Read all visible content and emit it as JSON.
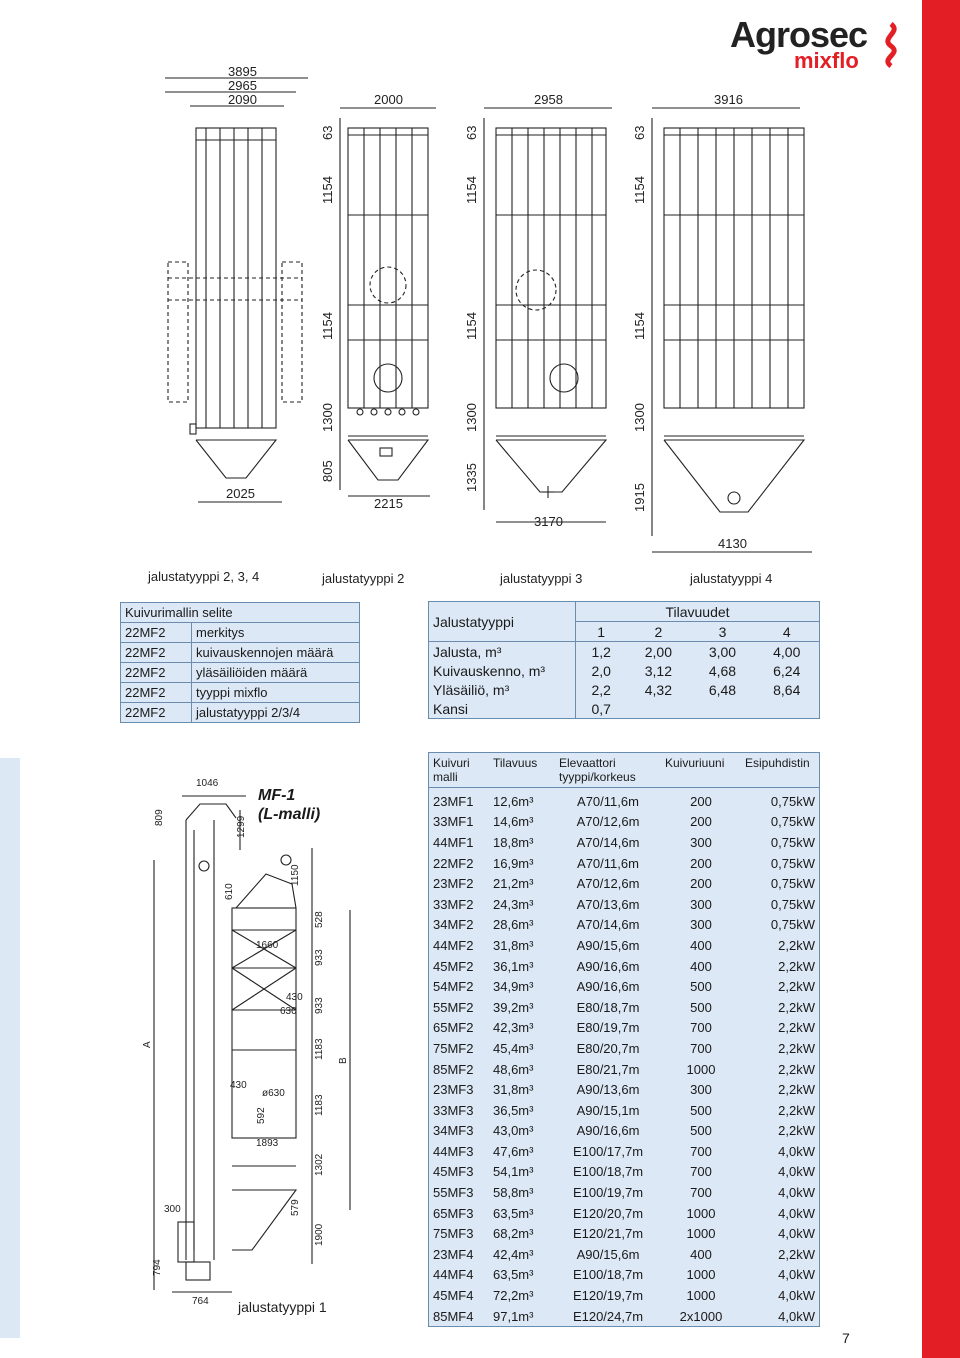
{
  "brand": {
    "name": "Agrosec",
    "sub": "mixflo",
    "accent": "#e31e24",
    "table_bg": "#dce8f5",
    "table_border": "#6a8cae"
  },
  "drawings": {
    "top_captions": [
      "jalustatyyppi 2, 3, 4",
      "jalustatyyppi 2",
      "jalustatyyppi 3",
      "jalustatyyppi 4"
    ],
    "bottom_caption": "jalustatyyppi 1",
    "mf1_title": "MF-1",
    "mf1_subtitle": "(L-malli)",
    "dims_side": [
      "3895",
      "2965",
      "2090",
      "2025"
    ],
    "dims_t2": [
      "2000",
      "63",
      "1154",
      "1154",
      "1300",
      "805",
      "2215"
    ],
    "dims_t3": [
      "2958",
      "63",
      "1154",
      "1154",
      "1300",
      "1335",
      "3170"
    ],
    "dims_t4": [
      "3916",
      "63",
      "1154",
      "1154",
      "1300",
      "1915",
      "4130"
    ],
    "dims_mf1": [
      "1046",
      "809",
      "1299",
      "610",
      "1150",
      "528",
      "1660",
      "933",
      "430",
      "630",
      "933",
      "1183",
      "430",
      "ø630",
      "592",
      "1183",
      "1893",
      "1302",
      "579",
      "1900",
      "300",
      "794",
      "764",
      "A",
      "B"
    ]
  },
  "legend": {
    "rows": [
      {
        "key": "Kuivurimallin selite",
        "value": ""
      },
      {
        "key": "22MF2",
        "value": "merkitys"
      },
      {
        "key": "22MF2",
        "value": "kuivauskennojen määrä"
      },
      {
        "key": "22MF2",
        "value": "yläsäiliöiden määrä"
      },
      {
        "key": "22MF2",
        "value": "tyyppi mixflo"
      },
      {
        "key": "22MF2",
        "value": "jalustatyyppi 2/3/4"
      }
    ]
  },
  "capacity": {
    "header_left": "Jalustatyyppi",
    "header_right": "Tilavuudet",
    "types": [
      "1",
      "2",
      "3",
      "4"
    ],
    "rows": [
      {
        "label": "Jalusta, m³",
        "values": [
          "1,2",
          "2,00",
          "3,00",
          "4,00"
        ]
      },
      {
        "label": "Kuivauskenno, m³",
        "values": [
          "2,0",
          "3,12",
          "4,68",
          "6,24"
        ]
      },
      {
        "label": "Yläsäiliö, m³",
        "values": [
          "2,2",
          "4,32",
          "6,48",
          "8,64"
        ]
      },
      {
        "label": "Kansi",
        "values": [
          "0,7",
          "",
          "",
          ""
        ]
      }
    ]
  },
  "models": {
    "headers": [
      "Kuivuri malli",
      "Tilavuus",
      "Elevaattori tyyppi/korkeus",
      "Kuivuriuuni",
      "Esipuhdistin"
    ],
    "rows": [
      [
        "23MF1",
        "12,6m³",
        "A70/11,6m",
        "200",
        "0,75kW"
      ],
      [
        "33MF1",
        "14,6m³",
        "A70/12,6m",
        "200",
        "0,75kW"
      ],
      [
        "44MF1",
        "18,8m³",
        "A70/14,6m",
        "300",
        "0,75kW"
      ],
      [
        "22MF2",
        "16,9m³",
        "A70/11,6m",
        "200",
        "0,75kW"
      ],
      [
        "23MF2",
        "21,2m³",
        "A70/12,6m",
        "200",
        "0,75kW"
      ],
      [
        "33MF2",
        "24,3m³",
        "A70/13,6m",
        "300",
        "0,75kW"
      ],
      [
        "34MF2",
        "28,6m³",
        "A70/14,6m",
        "300",
        "0,75kW"
      ],
      [
        "44MF2",
        "31,8m³",
        "A90/15,6m",
        "400",
        "2,2kW"
      ],
      [
        "45MF2",
        "36,1m³",
        "A90/16,6m",
        "400",
        "2,2kW"
      ],
      [
        "54MF2",
        "34,9m³",
        "A90/16,6m",
        "500",
        "2,2kW"
      ],
      [
        "55MF2",
        "39,2m³",
        "E80/18,7m",
        "500",
        "2,2kW"
      ],
      [
        "65MF2",
        "42,3m³",
        "E80/19,7m",
        "700",
        "2,2kW"
      ],
      [
        "75MF2",
        "45,4m³",
        "E80/20,7m",
        "700",
        "2,2kW"
      ],
      [
        "85MF2",
        "48,6m³",
        "E80/21,7m",
        "1000",
        "2,2kW"
      ],
      [
        "23MF3",
        "31,8m³",
        "A90/13,6m",
        "300",
        "2,2kW"
      ],
      [
        "33MF3",
        "36,5m³",
        "A90/15,1m",
        "500",
        "2,2kW"
      ],
      [
        "34MF3",
        "43,0m³",
        "A90/16,6m",
        "500",
        "2,2kW"
      ],
      [
        "44MF3",
        "47,6m³",
        "E100/17,7m",
        "700",
        "4,0kW"
      ],
      [
        "45MF3",
        "54,1m³",
        "E100/18,7m",
        "700",
        "4,0kW"
      ],
      [
        "55MF3",
        "58,8m³",
        "E100/19,7m",
        "700",
        "4,0kW"
      ],
      [
        "65MF3",
        "63,5m³",
        "E120/20,7m",
        "1000",
        "4,0kW"
      ],
      [
        "75MF3",
        "68,2m³",
        "E120/21,7m",
        "1000",
        "4,0kW"
      ],
      [
        "23MF4",
        "42,4m³",
        "A90/15,6m",
        "400",
        "2,2kW"
      ],
      [
        "44MF4",
        "63,5m³",
        "E100/18,7m",
        "1000",
        "4,0kW"
      ],
      [
        "45MF4",
        "72,2m³",
        "E120/19,7m",
        "1000",
        "4,0kW"
      ],
      [
        "85MF4",
        "97,1m³",
        "E120/24,7m",
        "2x1000",
        "4,0kW"
      ]
    ]
  },
  "page_number": "7"
}
